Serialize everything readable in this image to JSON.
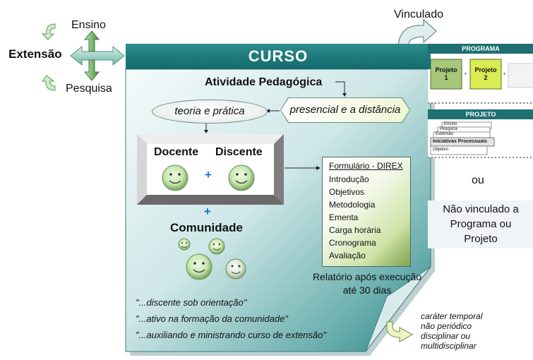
{
  "cross": {
    "center": "Extensão",
    "top": "Ensino",
    "bottom": "Pesquisa"
  },
  "linked_label": "Vinculado",
  "curso": {
    "title": "CURSO",
    "activity_title": "Atividade Pedagógica",
    "theory": "teoria e prática",
    "modality": "presencial e a distância",
    "docente": "Docente",
    "discente": "Discente",
    "plus": "+",
    "comunidade": "Comunidade"
  },
  "form": {
    "title": "Formulário - DIREX",
    "items": [
      "Introdução",
      "Objetivos",
      "Metodologia",
      "Ementa",
      "Carga horária",
      "Cronograma",
      "Avaliação"
    ]
  },
  "report": {
    "line1": "Relatório após execução",
    "line2": "até 30 dias"
  },
  "quotes": [
    "\"...discente sob orientação\"",
    "\"...ativo na formação da comunidade\"",
    "\"...auxiliando e ministrando curso de extensão\""
  ],
  "programa": {
    "title": "PROGRAMA",
    "project1": "Projeto",
    "project1_num": "1",
    "project2": "Projeto",
    "project2_num": "2",
    "plus": "+"
  },
  "projeto": {
    "title": "PROJETO",
    "cards": [
      "Ensino",
      "Pesquisa",
      "Extensão",
      "Iniciativas Processuais",
      "Objetivo"
    ]
  },
  "or_label": "ou",
  "not_linked": {
    "line1": "Não vinculado a",
    "line2": "Programa ou",
    "line3": "Projeto"
  },
  "temporal": [
    "caráter temporal",
    "não periódico",
    "disciplinar ou",
    "multidisciplinar"
  ],
  "colors": {
    "teal": "#1e6f70",
    "panel_light": "#e3f2f2",
    "panel_dark": "#2f8e8e",
    "arrow_green": "#5a9e56",
    "plus_blue": "#1a73d8"
  }
}
